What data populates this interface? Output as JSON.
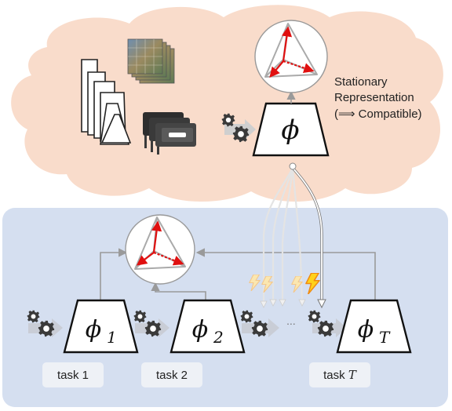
{
  "cloud": {
    "main_model_symbol": "ϕ",
    "representation_label": {
      "line1": "Stationary",
      "line2": "Representation",
      "line3": "(⟹ Compatible)"
    },
    "icons": [
      "nested-network-icon",
      "image-stack-icon",
      "gpu-cards-icon",
      "gear-icon",
      "simplex-sphere-icon"
    ]
  },
  "panel": {
    "models": [
      {
        "symbol": "ϕ",
        "subscript": "1"
      },
      {
        "symbol": "ϕ",
        "subscript": "2"
      },
      {
        "symbol": "ϕ",
        "subscript": "T"
      }
    ],
    "ellipsis": "∙∙∙",
    "tasks": [
      {
        "prefix": "task ",
        "suffix": "1"
      },
      {
        "prefix": "task ",
        "suffix": "2"
      },
      {
        "prefix": "task ",
        "suffix": "T"
      }
    ],
    "icons": [
      "gear-icon",
      "lightning-icon",
      "simplex-sphere-icon"
    ]
  },
  "colors": {
    "cloud_fill": "#f9dccb",
    "panel_fill": "#d5dff0",
    "vector_red": "#e01010",
    "lightning_yellow": "#ffd21a",
    "lightning_orange": "#f08a10",
    "gear_dark": "#3a3a3a"
  }
}
